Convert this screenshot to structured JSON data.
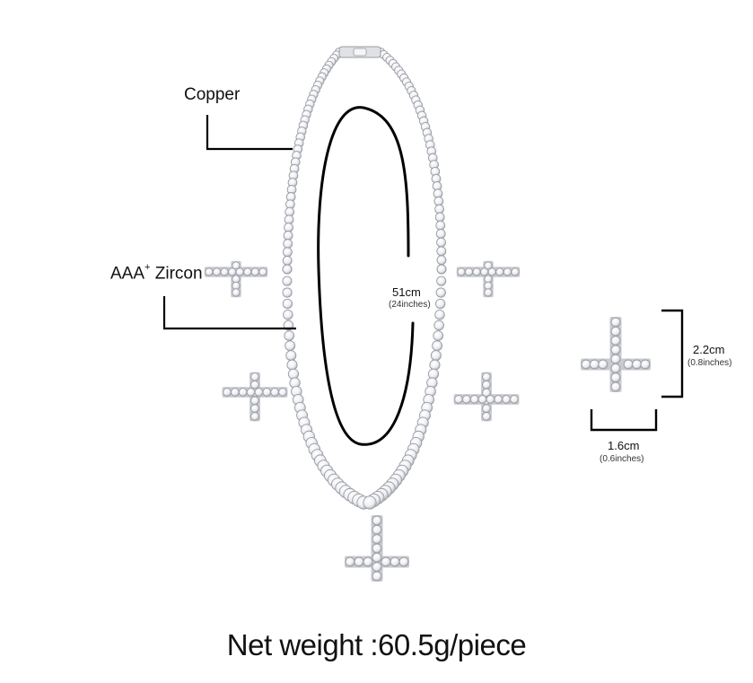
{
  "labels": {
    "copper": "Copper",
    "zircon_prefix": "AAA",
    "zircon_sup": "+",
    "zircon_word": "Zircon",
    "length_cm": "51cm",
    "length_in": "(24inches)",
    "height_cm": "2.2cm",
    "height_in": "(0.8inches)",
    "width_cm": "1.6cm",
    "width_in": "(0.6inches)",
    "net_weight": "Net weight :60.5g/piece"
  },
  "colors": {
    "text": "#111111",
    "line": "#000000",
    "stone_fill": "#f4f4f6",
    "stone_edge": "#9a9ca3",
    "metal": "#c9cbd1"
  }
}
